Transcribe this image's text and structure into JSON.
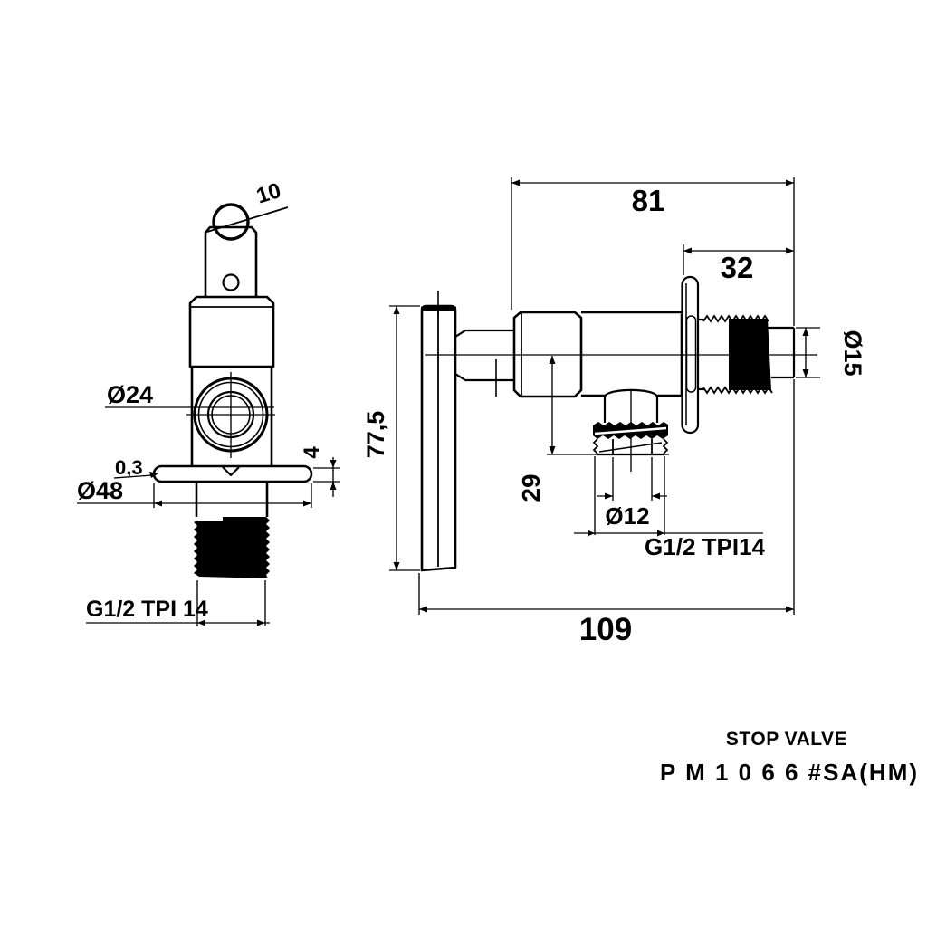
{
  "title_block": {
    "product_name": "STOP VALVE",
    "model_code": "P M 1 0 6 6 #SA(HM)"
  },
  "front_view": {
    "handle_pin_diameter": "10",
    "body_diameter": "Ø24",
    "flange_lip_thickness": "0,3",
    "flange_diameter": "Ø48",
    "flange_height": "4",
    "inlet_thread_spec": "G1/2 TPI 14"
  },
  "side_view": {
    "body_length": "81",
    "outlet_pipe_length": "32",
    "handle_height": "77,5",
    "outlet_drop": "29",
    "outlet_diameter": "Ø12",
    "pipe_end_diameter": "Ø15",
    "outlet_thread_spec": "G1/2 TPI14",
    "overall_length": "109"
  },
  "colors": {
    "line": "#000000",
    "background": "#ffffff"
  }
}
